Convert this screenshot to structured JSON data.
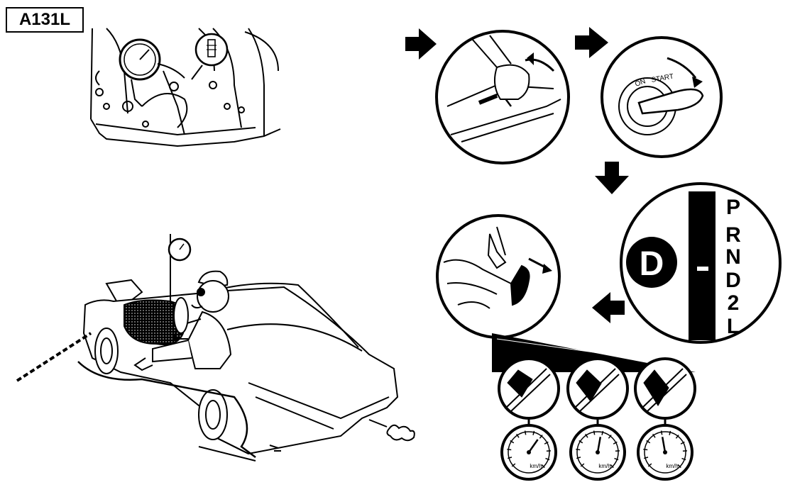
{
  "model_label": "A131L",
  "ignition_labels": {
    "on": "ON",
    "start": "START"
  },
  "shift_selector": {
    "positions": [
      "P",
      "R",
      "N",
      "D",
      "2",
      "L"
    ],
    "selected": "D"
  },
  "gauge_unit": "km/h",
  "colors": {
    "ink": "#000000",
    "paper": "#ffffff"
  },
  "icons": [
    "arrow-right-icon",
    "arrow-down-icon",
    "arrow-left-icon",
    "pressure-gauge-icon",
    "ignition-key-icon",
    "brake-pedal-icon",
    "accelerator-pedal-icon",
    "speedometer-icon",
    "tow-chain-icon"
  ]
}
